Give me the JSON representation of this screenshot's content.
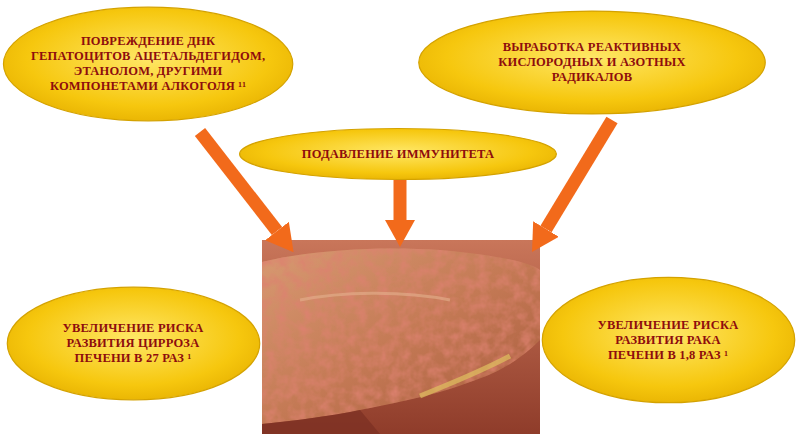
{
  "diagram": {
    "nodes": [
      {
        "text": [
          "ПОВРЕЖДЕНИЕ ДНК ГЕПАТОЦИТОВ АЦЕТАЛЬДЕГИДОМ, ЭТАНОЛОМ, ДРУГИМИ КОМПОНЕТАМИ АЛКОГОЛЯ ¹¹"
        ]
      },
      {
        "text": [
          "ВЫРАБОТКА РЕАКТИВНЫХ КИСЛОРОДНЫХ И АЗОТНЫХ РАДИКАЛОВ"
        ]
      },
      {
        "text": [
          "ПОДАВЛЕНИЕ ИММУНИТЕТА"
        ]
      },
      {
        "text": [
          "УВЕЛИЧЕНИЕ РИСКА РАЗВИТИЯ ЦИРРОЗА ПЕЧЕНИ В 27 РАЗ ¹"
        ]
      },
      {
        "text": [
          "УВЕЛИЧЕНИЕ РИСКА РАЗВИТИЯ РАКА ПЕЧЕНИ В 1,8 РАЗ ¹"
        ]
      }
    ]
  }
}
